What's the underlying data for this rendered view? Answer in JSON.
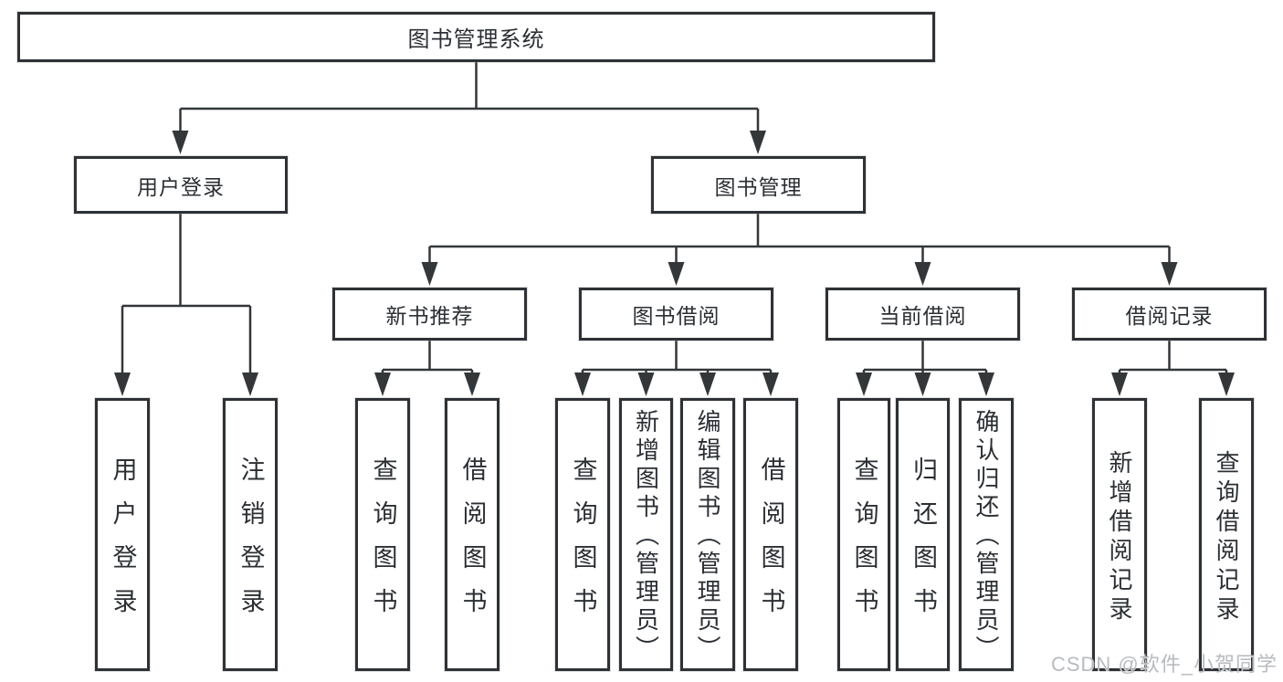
{
  "colors": {
    "line": "#33373a",
    "box_border": "#2e3236",
    "box_bg": "#ffffff",
    "text": "#2b2f34",
    "watermark": "#b7bbbf"
  },
  "watermark": {
    "text": "CSDN @软件_小贺同学"
  },
  "hierarchy": {
    "label": "图书管理系统",
    "children": [
      {
        "label": "用户登录",
        "children": [
          {
            "label": "用户登录"
          },
          {
            "label": "注销登录"
          }
        ]
      },
      {
        "label": "图书管理",
        "children": [
          {
            "label": "新书推荐",
            "children": [
              {
                "label": "查询图书"
              },
              {
                "label": "借阅图书"
              }
            ]
          },
          {
            "label": "图书借阅",
            "children": [
              {
                "label": "查询图书"
              },
              {
                "label": "新增图书（管理员）"
              },
              {
                "label": "编辑图书（管理员）"
              },
              {
                "label": "借阅图书"
              }
            ]
          },
          {
            "label": "当前借阅",
            "children": [
              {
                "label": "查询图书"
              },
              {
                "label": "归还图书"
              },
              {
                "label": "确认归还（管理员）"
              }
            ]
          },
          {
            "label": "借阅记录",
            "children": [
              {
                "label": "新增借阅记录"
              },
              {
                "label": "查询借阅记录"
              }
            ]
          }
        ]
      }
    ]
  }
}
